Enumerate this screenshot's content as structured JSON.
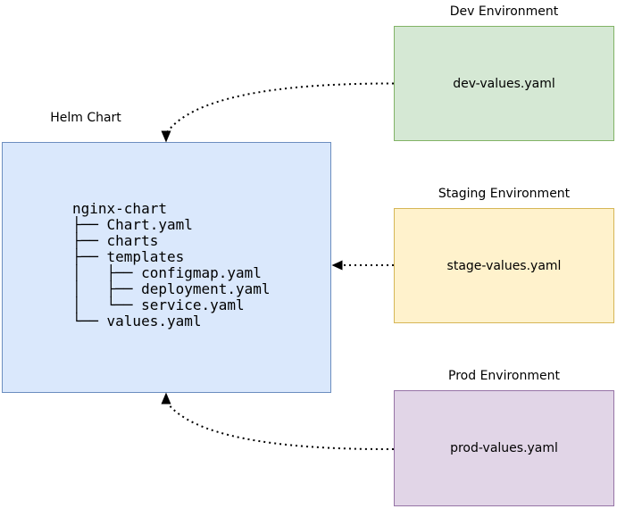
{
  "diagram": {
    "helm_chart": {
      "label": "Helm Chart",
      "tree_text": "nginx-chart\n├── Chart.yaml\n├── charts\n├── templates\n│   ├── configmap.yaml\n│   ├── deployment.yaml\n│   └── service.yaml\n└── values.yaml",
      "fill": "#dae8fc",
      "border": "#6c8ebf"
    },
    "environments": [
      {
        "label": "Dev Environment",
        "file": "dev-values.yaml",
        "fill": "#d5e8d4",
        "border": "#82b366"
      },
      {
        "label": "Staging Environment",
        "file": "stage-values.yaml",
        "fill": "#fff2cc",
        "border": "#d6b656"
      },
      {
        "label": "Prod Environment",
        "file": "prod-values.yaml",
        "fill": "#e1d5e7",
        "border": "#9673a6"
      }
    ],
    "arrows": [
      {
        "from": "dev-values.yaml",
        "to": "helm-chart",
        "style": "dotted"
      },
      {
        "from": "stage-values.yaml",
        "to": "helm-chart",
        "style": "dotted"
      },
      {
        "from": "prod-values.yaml",
        "to": "helm-chart",
        "style": "dotted"
      }
    ],
    "arrow_color": "#000000"
  }
}
